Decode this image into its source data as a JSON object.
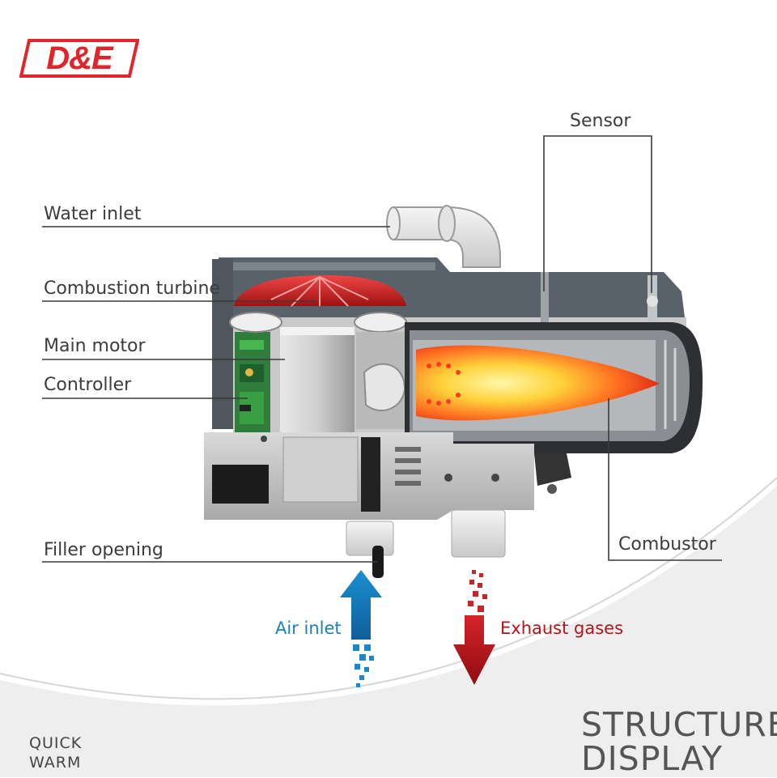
{
  "brand": {
    "logo_text": "D&E",
    "logo_color": "#e0262b"
  },
  "labels": {
    "sensor": "Sensor",
    "water_inlet": "Water inlet",
    "combustion_turbine": "Combustion turbine",
    "main_motor": "Main motor",
    "controller": "Controller",
    "filler_opening": "Filler opening",
    "combustor": "Combustor"
  },
  "flows": {
    "air_inlet": {
      "label": "Air inlet",
      "color": "#1d7fbf"
    },
    "exhaust_gases": {
      "label": "Exhaust gases",
      "color": "#b3151b"
    }
  },
  "footer": {
    "tag_left_1": "QUICK",
    "tag_left_2": "WARM",
    "tag_right_1": "STRUCTURE",
    "tag_right_2": "DISPLAY"
  }
}
